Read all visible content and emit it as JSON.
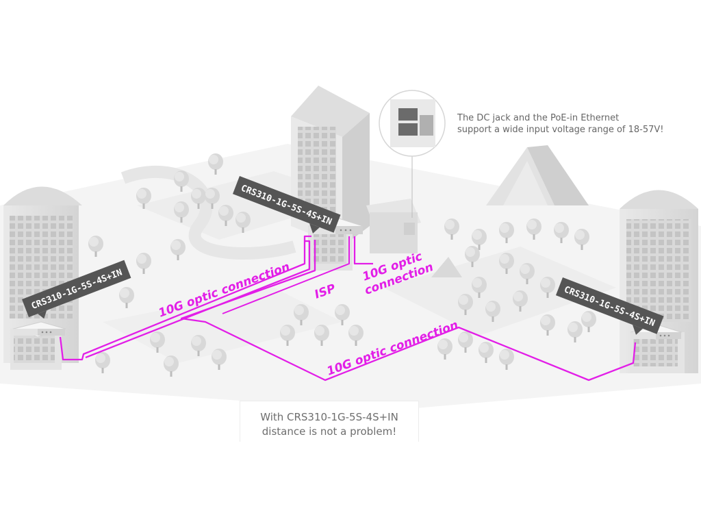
{
  "scene": {
    "accent_color": "#e21ee7",
    "tag_color": "#555555"
  },
  "device_labels": {
    "left": "CRS310-1G-5S-4S+IN",
    "center": "CRS310-1G-5S-4S+IN",
    "right": "CRS310-1G-5S-4S+IN"
  },
  "connections": {
    "left": "10G optic connection",
    "center": "10G optic\nconnection",
    "bottom": "10G optic connection",
    "isp": "ISP"
  },
  "callout": {
    "line1": "The DC jack and the PoE-in Ethernet",
    "line2": "support a wide input voltage range of 18-57V!"
  },
  "caption": {
    "line1": "With CRS310-1G-5S-4S+IN",
    "line2": "distance is not a problem!"
  }
}
